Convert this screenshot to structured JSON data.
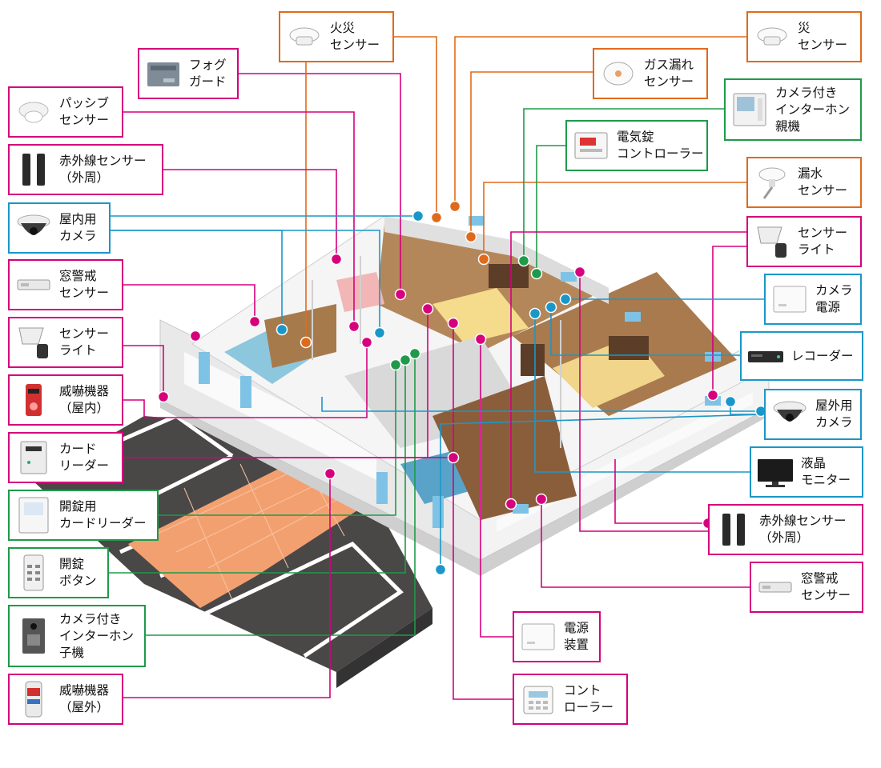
{
  "colors": {
    "security": "#d6007d",
    "disaster": "#e06a1b",
    "access": "#1f9a4a",
    "camera": "#1a97c9"
  },
  "devices": {
    "fog_guard": {
      "line1": "フォグ",
      "line2": "ガード",
      "icon": "fog-guard-unit-icon"
    },
    "fire_sensor": {
      "line1": "火災",
      "line2": "センサー",
      "icon": "smoke-detector-icon"
    },
    "disaster_sensor": {
      "line1": "災",
      "line2": "センサー",
      "icon": "smoke-detector-icon"
    },
    "gas_leak_sensor": {
      "line1": "ガス漏れ",
      "line2": "センサー",
      "icon": "gas-detector-icon"
    },
    "video_intercom_master": {
      "line1": "カメラ付き",
      "line2": "インターホン",
      "line3": "親機",
      "icon": "intercom-monitor-icon"
    },
    "passive_sensor": {
      "line1": "パッシブ",
      "line2": "センサー",
      "icon": "ceiling-sensor-icon"
    },
    "electric_lock_controller": {
      "line1": "電気錠",
      "line2": "コントローラー",
      "icon": "lock-controller-icon"
    },
    "ir_sensor_left": {
      "line1": "赤外線センサー",
      "line2": "（外周）",
      "icon": "infrared-beam-icon"
    },
    "water_leak_sensor": {
      "line1": "漏水",
      "line2": "センサー",
      "icon": "water-sensor-icon"
    },
    "indoor_camera": {
      "line1": "屋内用",
      "line2": "カメラ",
      "icon": "dome-camera-icon"
    },
    "sensor_light_right": {
      "line1": "センサー",
      "line2": "ライト",
      "icon": "sensor-light-icon"
    },
    "window_sensor_left": {
      "line1": "窓警戒",
      "line2": "センサー",
      "icon": "window-sensor-icon"
    },
    "camera_power": {
      "line1": "カメラ",
      "line2": "電源",
      "icon": "power-box-icon"
    },
    "sensor_light_left": {
      "line1": "センサー",
      "line2": "ライト",
      "icon": "sensor-light-icon"
    },
    "recorder": {
      "line1": "レコーダー",
      "icon": "recorder-icon"
    },
    "threat_indoor": {
      "line1": "威嚇機器",
      "line2": "（屋内）",
      "icon": "siren-icon"
    },
    "outdoor_camera": {
      "line1": "屋外用",
      "line2": "カメラ",
      "icon": "dome-camera-icon"
    },
    "card_reader": {
      "line1": "カード",
      "line2": "リーダー",
      "icon": "card-reader-icon"
    },
    "lcd_monitor": {
      "line1": "液晶",
      "line2": "モニター",
      "icon": "monitor-icon"
    },
    "unlock_card_reader": {
      "line1": "開錠用",
      "line2": "カードリーダー",
      "icon": "card-reader-panel-icon"
    },
    "ir_sensor_right": {
      "line1": "赤外線センサー",
      "line2": "（外周）",
      "icon": "infrared-beam-icon"
    },
    "unlock_button": {
      "line1": "開錠",
      "line2": "ボタン",
      "icon": "keypad-icon"
    },
    "window_sensor_right": {
      "line1": "窓警戒",
      "line2": "センサー",
      "icon": "window-sensor-icon"
    },
    "video_intercom_door": {
      "line1": "カメラ付き",
      "line2": "インターホン",
      "line3": "子機",
      "icon": "door-station-icon"
    },
    "power_unit": {
      "line1": "電源",
      "line2": "装置",
      "icon": "power-box-icon"
    },
    "threat_outdoor": {
      "line1": "威嚇機器",
      "line2": "（屋外）",
      "icon": "siren-tower-icon"
    },
    "controller": {
      "line1": "コント",
      "line2": "ローラー",
      "icon": "control-panel-icon"
    }
  }
}
